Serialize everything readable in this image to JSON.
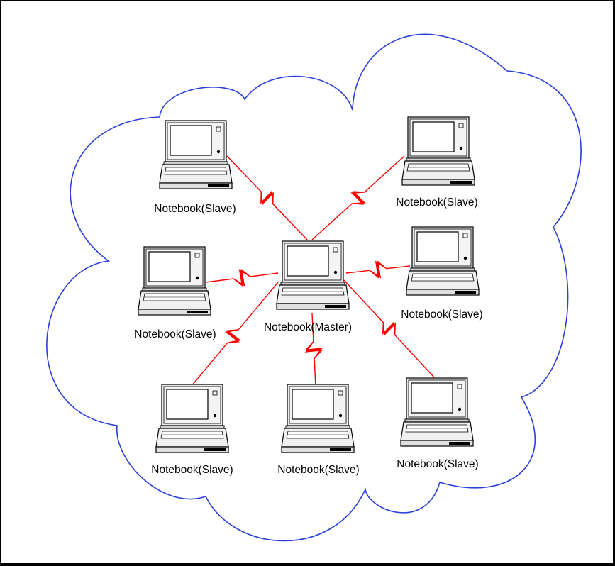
{
  "diagram": {
    "type": "network-topology",
    "colors": {
      "cloud_outline": "#2b3fd9",
      "wireless_link": "#ff0000",
      "device_line": "#000000",
      "screen_fill": "#ffffff",
      "device_fill": "#e6e6e6"
    },
    "icon": "laptop-icon",
    "nodes": [
      {
        "id": "master",
        "role": "master",
        "label": "Notebook(Master)"
      },
      {
        "id": "slave-1",
        "role": "slave",
        "label": "Notebook(Slave)"
      },
      {
        "id": "slave-2",
        "role": "slave",
        "label": "Notebook(Slave)"
      },
      {
        "id": "slave-3",
        "role": "slave",
        "label": "Notebook(Slave)"
      },
      {
        "id": "slave-4",
        "role": "slave",
        "label": "Notebook(Slave)"
      },
      {
        "id": "slave-5",
        "role": "slave",
        "label": "Notebook(Slave)"
      },
      {
        "id": "slave-6",
        "role": "slave",
        "label": "Notebook(Slave)"
      },
      {
        "id": "slave-7",
        "role": "slave",
        "label": "Notebook(Slave)"
      }
    ],
    "links": [
      {
        "from": "master",
        "to": "slave-1",
        "kind": "wireless"
      },
      {
        "from": "master",
        "to": "slave-2",
        "kind": "wireless"
      },
      {
        "from": "master",
        "to": "slave-3",
        "kind": "wireless"
      },
      {
        "from": "master",
        "to": "slave-4",
        "kind": "wireless"
      },
      {
        "from": "master",
        "to": "slave-5",
        "kind": "wireless"
      },
      {
        "from": "master",
        "to": "slave-6",
        "kind": "wireless"
      },
      {
        "from": "master",
        "to": "slave-7",
        "kind": "wireless"
      }
    ]
  }
}
